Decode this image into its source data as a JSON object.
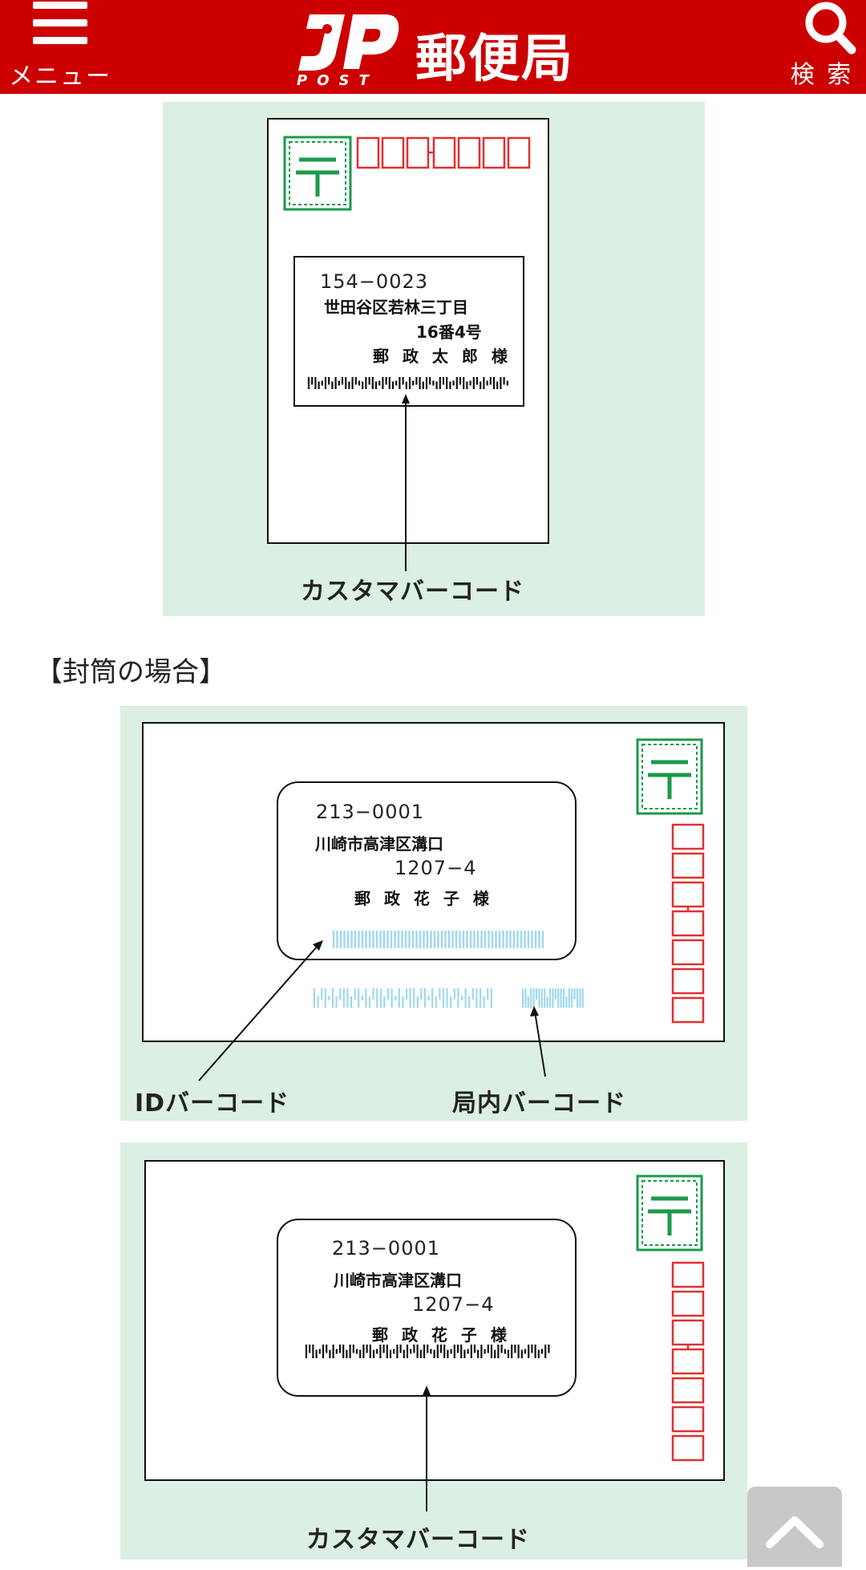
{
  "header": {
    "menu_label": "メニュー",
    "logo_mark": "JP",
    "logo_sub": "POST",
    "logo_text": "郵便局",
    "search_label": "検 索",
    "bg_color": "#cc0000"
  },
  "postcard": {
    "zip": "154−0023",
    "address1": "世田谷区若林三丁目",
    "address2": "16番4号",
    "name": "郵 政 太 郎 様",
    "barcode_label": "カスタマバーコード"
  },
  "envelope_heading": "【封筒の場合】",
  "envelope1": {
    "zip": "213−0001",
    "address1": "川崎市高津区溝口",
    "address2": "1207−4",
    "name": "郵 政 花 子 様",
    "id_barcode_label": "IDバーコード",
    "office_barcode_label": "局内バーコード"
  },
  "envelope2": {
    "zip": "213−0001",
    "address1": "川崎市高津区溝口",
    "address2": "1207−4",
    "name": "郵 政 花 子 様",
    "barcode_label": "カスタマバーコード"
  },
  "colors": {
    "figure_bg": "#dbefe3",
    "stamp_green": "#1a9a4a",
    "zipbox_red": "#e03030",
    "light_barcode": "#9fd8ef"
  },
  "back_to_top_icon": "chevron-up-icon"
}
